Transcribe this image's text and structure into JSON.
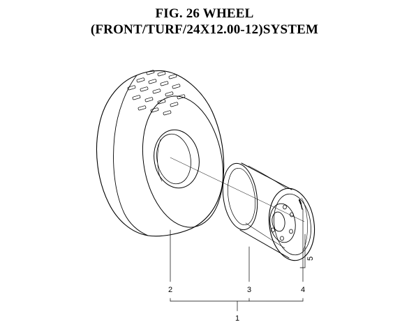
{
  "figure": {
    "title_line1": "FIG. 26  WHEEL",
    "title_line2": "(FRONT/TURF/24X12.00-12)SYSTEM"
  },
  "callouts": {
    "assembly": "1",
    "tire": "2",
    "rim": "3",
    "valve": "4",
    "valve_cap": "5"
  }
}
